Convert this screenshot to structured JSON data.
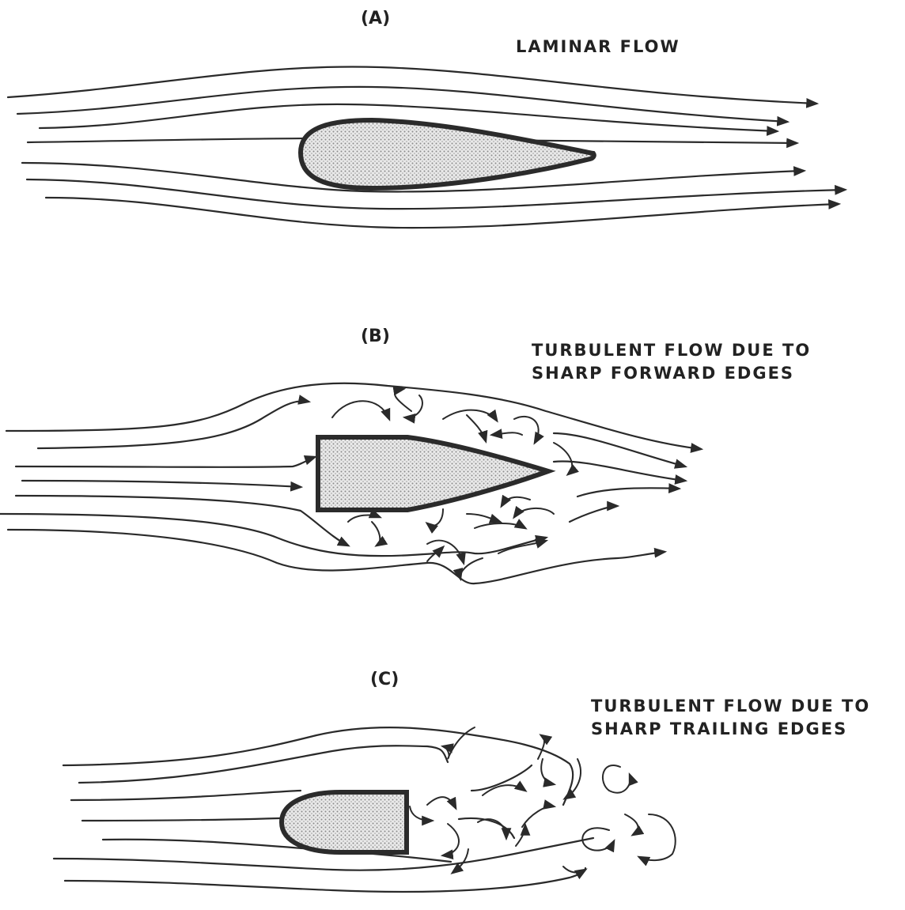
{
  "panels": {
    "a": {
      "label": "(A)",
      "caption": [
        "LAMINAR FLOW"
      ]
    },
    "b": {
      "label": "(B)",
      "caption": [
        "TURBULENT FLOW DUE TO",
        "SHARP FORWARD EDGES"
      ]
    },
    "c": {
      "label": "(C)",
      "caption": [
        "TURBULENT FLOW DUE TO",
        "SHARP TRAILING EDGES"
      ]
    }
  },
  "colors": {
    "ink": "#2a2a2a",
    "body_fill": "#cfcfcf",
    "background": "#ffffff"
  }
}
